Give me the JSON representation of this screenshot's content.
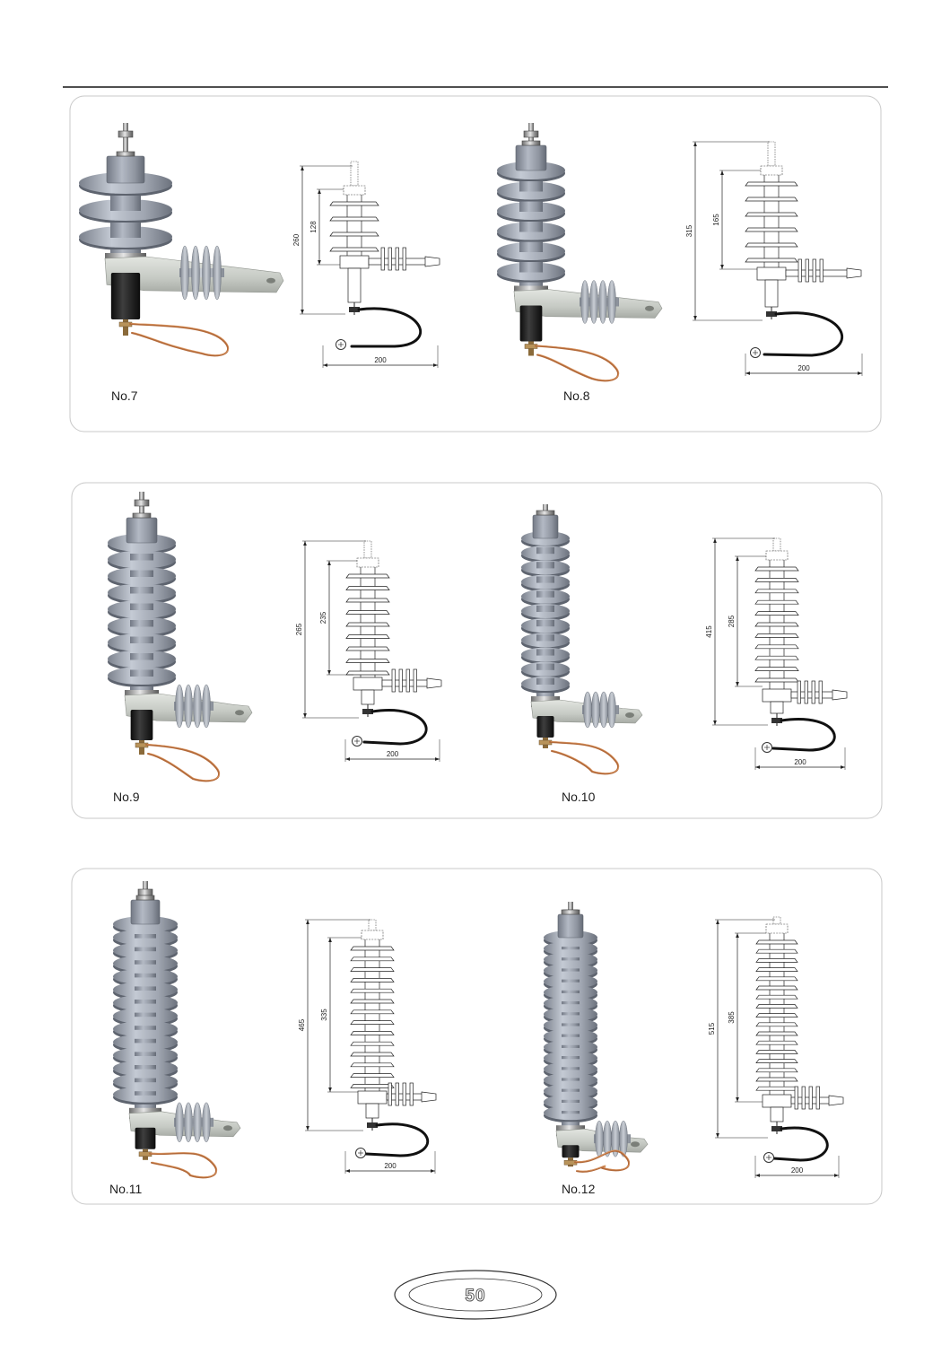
{
  "products": [
    {
      "label": "No.7",
      "dims": {
        "outer": "260",
        "inner": "128",
        "bottom": "200"
      }
    },
    {
      "label": "No.8",
      "dims": {
        "outer": "315",
        "inner": "165",
        "bottom": "200"
      }
    },
    {
      "label": "No.9",
      "dims": {
        "outer": "265",
        "inner": "235",
        "bottom": "200"
      }
    },
    {
      "label": "No.10",
      "dims": {
        "outer": "415",
        "inner": "285",
        "bottom": "200"
      }
    },
    {
      "label": "No.11",
      "dims": {
        "outer": "465",
        "inner": "335",
        "bottom": "200"
      }
    },
    {
      "label": "No.12",
      "dims": {
        "outer": "515",
        "inner": "385",
        "bottom": "200"
      }
    }
  ],
  "page_number": "50",
  "colors": {
    "housing": "#9ba1ad",
    "bracket": "#cdd1cc",
    "disconnector": "#1a1a1a",
    "wire": "#b36a3a",
    "panel_border": "#c8c8c8",
    "drawing_line": "#222222"
  }
}
